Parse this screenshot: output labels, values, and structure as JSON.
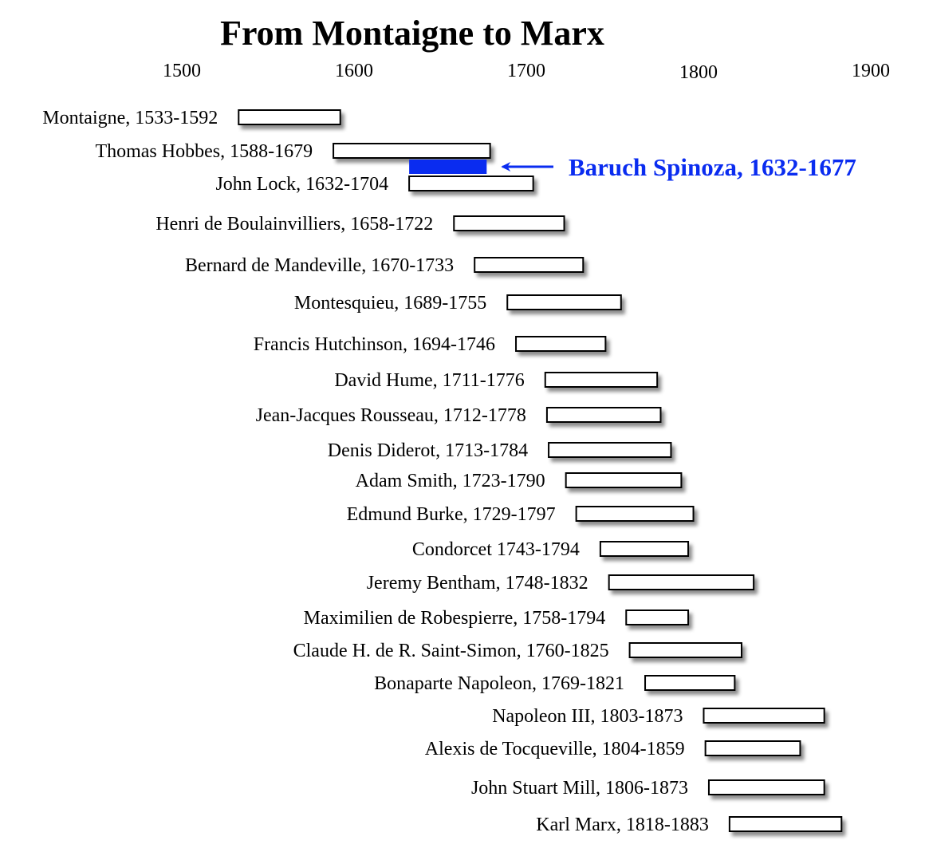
{
  "chart_data": {
    "type": "bar",
    "title": "From Montaigne to Marx",
    "xlabel": "",
    "ylabel": "",
    "xlim": [
      1500,
      1900
    ],
    "xticks": [
      1500,
      1600,
      1700,
      1800,
      1900
    ],
    "grid": false,
    "colors": {
      "bar_fill": "#ffffff",
      "bar_stroke": "#000000",
      "highlight": "#0a2cf0",
      "text": "#000000"
    },
    "series": [
      {
        "rows": [
          {
            "label": "Montaigne, 1533-1592",
            "start": 1533,
            "end": 1592
          },
          {
            "label": "Thomas Hobbes, 1588-1679",
            "start": 1588,
            "end": 1679
          },
          {
            "label": "John Lock, 1632-1704",
            "start": 1632,
            "end": 1704
          },
          {
            "label": "Henri de Boulainvilliers, 1658-1722",
            "start": 1658,
            "end": 1722
          },
          {
            "label": "Bernard de Mandeville, 1670-1733",
            "start": 1670,
            "end": 1733
          },
          {
            "label": "Montesquieu, 1689-1755",
            "start": 1689,
            "end": 1755
          },
          {
            "label": "Francis Hutchinson, 1694-1746",
            "start": 1694,
            "end": 1746
          },
          {
            "label": "David Hume, 1711-1776",
            "start": 1711,
            "end": 1776
          },
          {
            "label": "Jean-Jacques Rousseau, 1712-1778",
            "start": 1712,
            "end": 1778
          },
          {
            "label": "Denis Diderot, 1713-1784",
            "start": 1713,
            "end": 1784
          },
          {
            "label": "Adam Smith, 1723-1790",
            "start": 1723,
            "end": 1790
          },
          {
            "label": "Edmund Burke, 1729-1797",
            "start": 1729,
            "end": 1797
          },
          {
            "label": "Condorcet 1743-1794",
            "start": 1743,
            "end": 1794
          },
          {
            "label": "Jeremy Bentham, 1748-1832",
            "start": 1748,
            "end": 1832
          },
          {
            "label": "Maximilien de Robespierre, 1758-1794",
            "start": 1758,
            "end": 1794
          },
          {
            "label": "Claude H. de R. Saint-Simon, 1760-1825",
            "start": 1760,
            "end": 1825
          },
          {
            "label": "Bonaparte Napoleon, 1769-1821",
            "start": 1769,
            "end": 1821
          },
          {
            "label": "Napoleon III, 1803-1873",
            "start": 1803,
            "end": 1873
          },
          {
            "label": "Alexis de Tocqueville, 1804-1859",
            "start": 1804,
            "end": 1859
          },
          {
            "label": "John Stuart Mill, 1806-1873",
            "start": 1806,
            "end": 1873
          },
          {
            "label": "Karl Marx, 1818-1883",
            "start": 1818,
            "end": 1883
          }
        ]
      }
    ],
    "highlight": {
      "label": "Baruch Spinoza, 1632-1677",
      "start": 1632,
      "end": 1677
    }
  }
}
